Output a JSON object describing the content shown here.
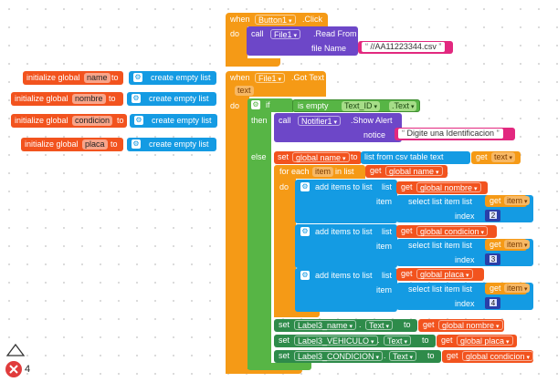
{
  "globals": [
    {
      "kw": "initialize global",
      "name": "name",
      "to": "to",
      "action": "create empty list"
    },
    {
      "kw": "initialize global",
      "name": "nombre",
      "to": "to",
      "action": "create empty list"
    },
    {
      "kw": "initialize global",
      "name": "condicion",
      "to": "to",
      "action": "create empty list"
    },
    {
      "kw": "initialize global",
      "name": "placa",
      "to": "to",
      "action": "create empty list"
    }
  ],
  "click_event": {
    "when": "when",
    "component": "Button1",
    "event": ".Click",
    "do": "do",
    "call": "call",
    "file_comp": "File1",
    "method": ".Read From",
    "arg_label": "file Name",
    "file_value": "//AA11223344.csv"
  },
  "gottext_event": {
    "when": "when",
    "component": "File1",
    "event": ".Got Text",
    "param": "text",
    "do": "do",
    "if": "if",
    "is_empty": "is empty",
    "textbox": "Text_ID",
    "prop": ".Text",
    "then": "then",
    "call": "call",
    "notifier": "Notifier1",
    "method": ".Show Alert",
    "notice": "notice",
    "notice_value": "Digite una Identificacion",
    "else": "else",
    "set": "set",
    "set_var": "global name",
    "set_to": "to",
    "csv": "list from csv table  text",
    "get": "get",
    "get_text": "text",
    "for_each": "for each",
    "item": "item",
    "in_list": "in list",
    "get_name": "global name",
    "loop_do": "do",
    "adds": [
      {
        "label": "add items to list",
        "list": "list",
        "get": "get",
        "var": "global nombre",
        "item": "item",
        "select": "select list item  list",
        "get2": "get",
        "item_var": "item",
        "index": "index",
        "num": "2"
      },
      {
        "label": "add items to list",
        "list": "list",
        "get": "get",
        "var": "global condicion",
        "item": "item",
        "select": "select list item  list",
        "get2": "get",
        "item_var": "item",
        "index": "index",
        "num": "3"
      },
      {
        "label": "add items to list",
        "list": "list",
        "get": "get",
        "var": "global placa",
        "item": "item",
        "select": "select list item  list",
        "get2": "get",
        "item_var": "item",
        "index": "index",
        "num": "4"
      }
    ],
    "sets": [
      {
        "set": "set",
        "comp": "Label3_name",
        "prop": "Text",
        "to": "to",
        "get": "get",
        "var": "global nombre"
      },
      {
        "set": "set",
        "comp": "Label3_VEHICULO",
        "prop": "Text",
        "to": "to",
        "get": "get",
        "var": "global placa"
      },
      {
        "set": "set",
        "comp": "Label3_CONDICION",
        "prop": "Text",
        "to": "to",
        "get": "get",
        "var": "global condicion"
      }
    ]
  },
  "workspace": {
    "warning_count": "4"
  },
  "icons": [
    "gear-icon",
    "trash-icon",
    "warning-toggle-icon",
    "error-icon"
  ],
  "colors": {
    "event": "#f59a16",
    "variable": "#f2531e",
    "component_call": "#6d47c8",
    "list": "#149be3",
    "set_component": "#2e8b4a",
    "logic": "#57b545",
    "text": "#e2287f",
    "math": "#2a3fa8"
  }
}
